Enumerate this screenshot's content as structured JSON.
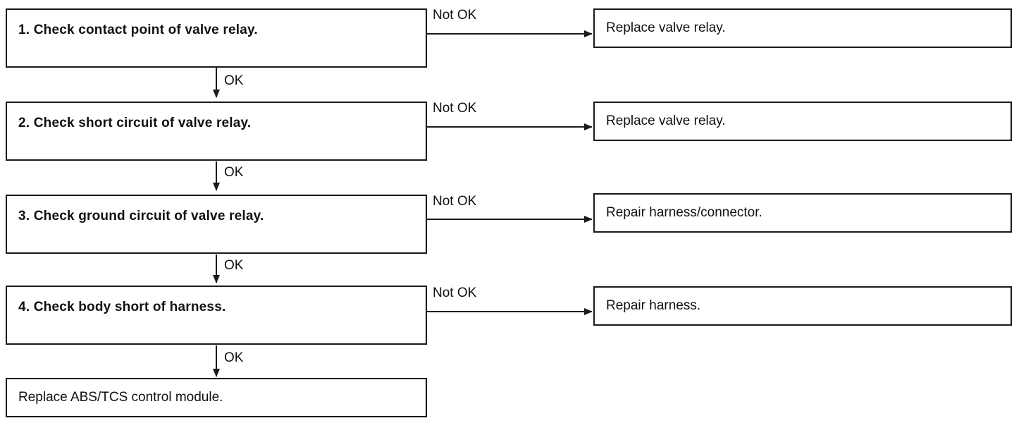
{
  "steps": [
    {
      "label": "1.  Check contact point of valve relay.",
      "no_label": "Not OK",
      "action": "Replace valve relay.",
      "yes_label": "OK"
    },
    {
      "label": "2.  Check short circuit of valve relay.",
      "no_label": "Not OK",
      "action": "Replace valve relay.",
      "yes_label": "OK"
    },
    {
      "label": "3.  Check ground circuit of valve relay.",
      "no_label": "Not OK",
      "action": "Repair harness/connector.",
      "yes_label": "OK"
    },
    {
      "label": "4.  Check body short of harness.",
      "no_label": "Not OK",
      "action": "Repair harness.",
      "yes_label": "OK"
    }
  ],
  "final": "Replace ABS/TCS control module.",
  "colors": {
    "line": "#1a1a1a",
    "background": "#ffffff"
  }
}
